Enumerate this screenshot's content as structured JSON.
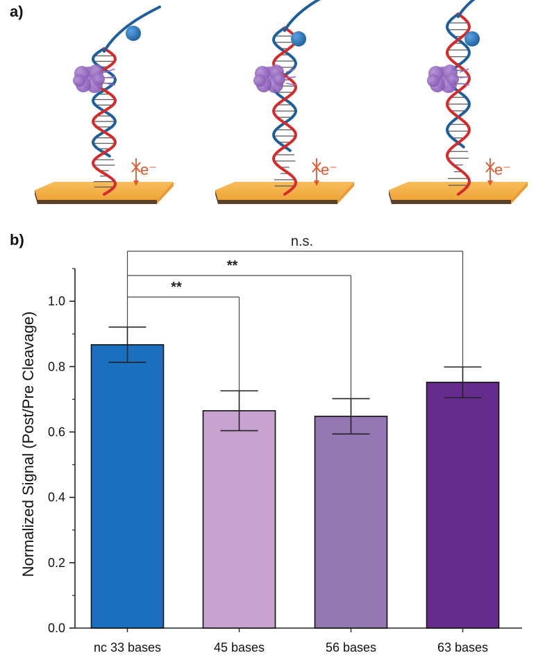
{
  "panel_labels": {
    "a": "a)",
    "b": "b)"
  },
  "schematic": {
    "electron_label": "e⁻",
    "colors": {
      "strand_red": "#d42a2a",
      "strand_blue": "#1d5e9b",
      "electrode_top": "#f4b04a",
      "electrode_edge": "#5b4128",
      "protein": "#9a6ac4",
      "bead": "#2e7cc9",
      "electron_arrow": "#e2582b"
    }
  },
  "chart_data": {
    "type": "bar",
    "title": "",
    "xlabel": "",
    "ylabel": "Normalized Signal (Post/Pre Cleavage)",
    "ylim": [
      0.0,
      1.1
    ],
    "yticks": [
      0.0,
      0.2,
      0.4,
      0.6,
      0.8,
      1.0
    ],
    "ytick_labels": [
      "0.0",
      "0.2",
      "0.4",
      "0.6",
      "0.8",
      "1.0"
    ],
    "categories": [
      "nc 33 bases",
      "45 bases",
      "56 bases",
      "63 bases"
    ],
    "values": [
      0.867,
      0.665,
      0.648,
      0.752
    ],
    "error": [
      0.054,
      0.061,
      0.054,
      0.047
    ],
    "colors": [
      "#1a6fbe",
      "#c9a3cf",
      "#9577b3",
      "#652b8d"
    ],
    "significance": [
      {
        "from": 0,
        "to": 1,
        "label": "**"
      },
      {
        "from": 0,
        "to": 2,
        "label": "**"
      },
      {
        "from": 0,
        "to": 3,
        "label": "n.s."
      }
    ],
    "grid": false,
    "legend": "none"
  }
}
